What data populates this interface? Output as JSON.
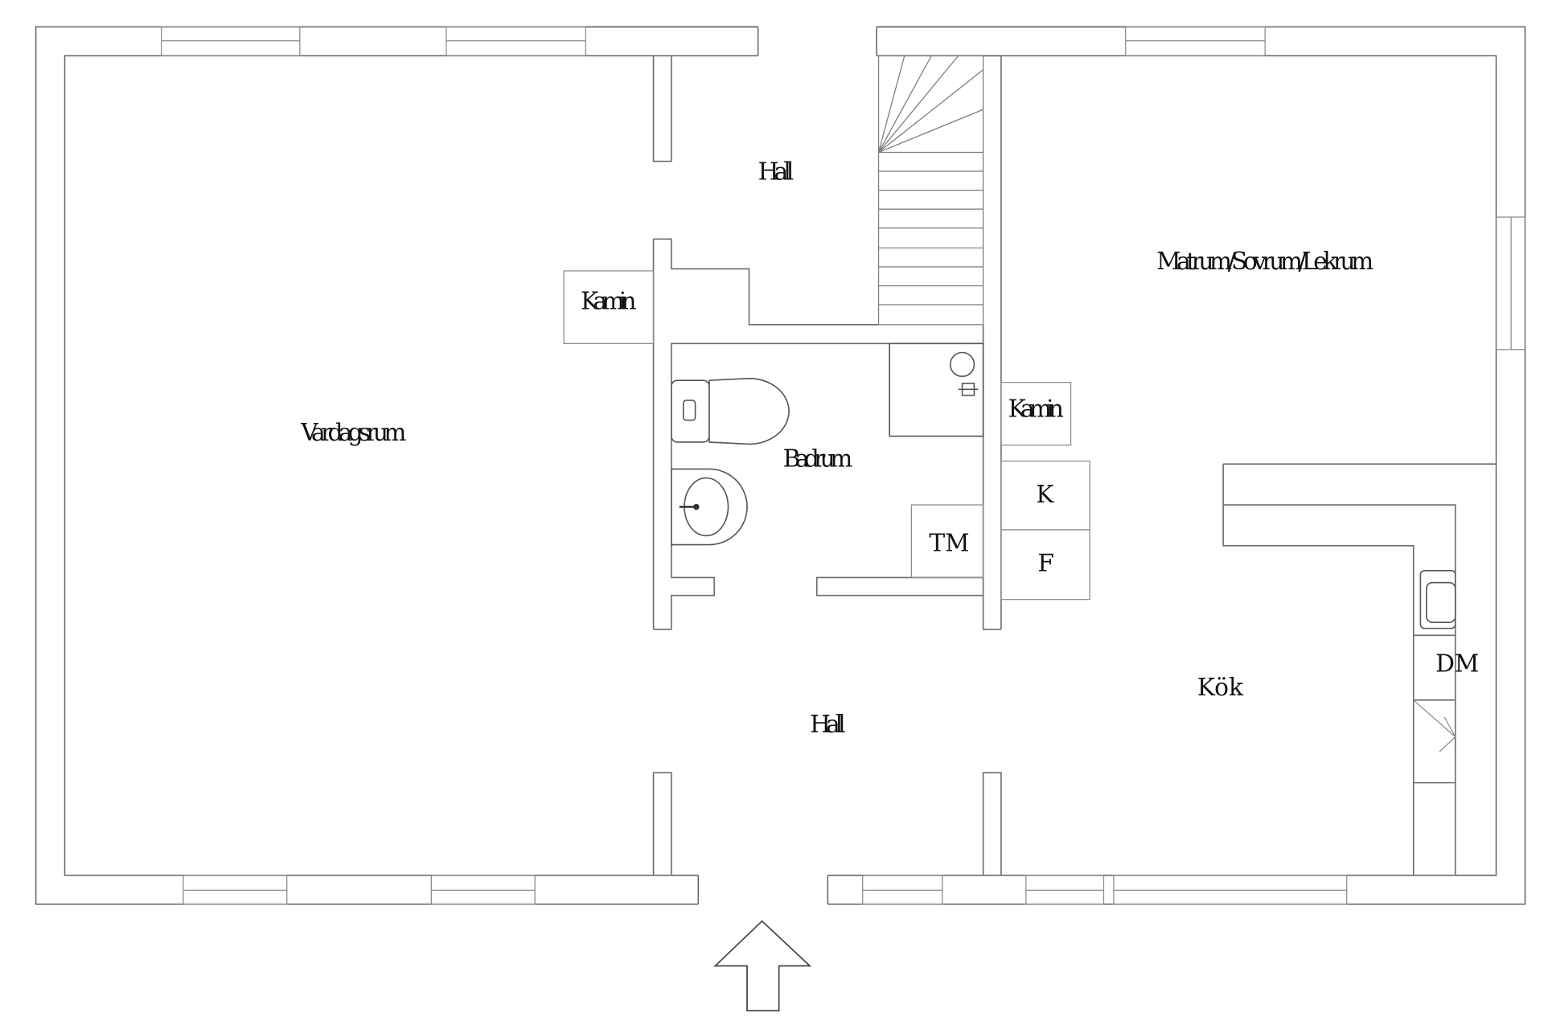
{
  "rooms": {
    "hall_upper": "Hall",
    "matrum": "Matrum/Sovrum/Lekrum",
    "kamin_left": "Kamin",
    "vardagsrum": "Vardagsrum",
    "badrum": "Badrum",
    "kamin_right": "Kamin",
    "k": "K",
    "tm": "TM",
    "f": "F",
    "dm": "DM",
    "kok": "Kök",
    "hall_lower": "Hall"
  },
  "icons": {
    "entrance": "entrance-arrow-icon",
    "toilet": "toilet-icon",
    "sink": "sink-icon",
    "shower": "shower-icon",
    "kitchen_sink": "kitchen-sink-icon",
    "stairs": "staircase-icon"
  }
}
